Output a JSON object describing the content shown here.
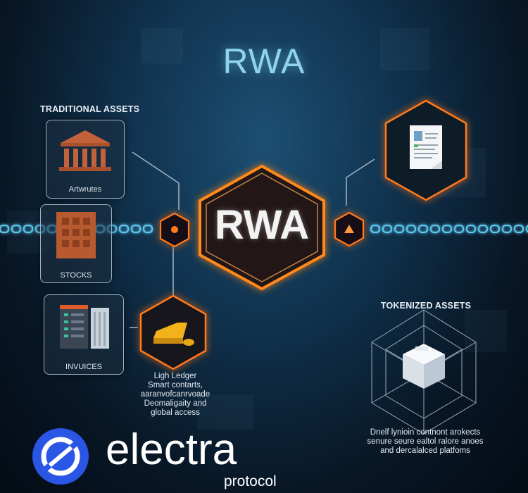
{
  "title": "RWA",
  "center_label": "RWA",
  "traditional": {
    "heading": "TRADITIONAL ASSETS",
    "items": [
      {
        "label": "Artwrutes",
        "icon": "bank-icon"
      },
      {
        "label": "STOCKS",
        "icon": "building-icon"
      },
      {
        "label": "INVUICES",
        "icon": "server-icon"
      }
    ]
  },
  "ledger_text": [
    "Ligh Ledger",
    "Smart contarts,",
    "aaranvofcanrvoade",
    "Deomaligaity and",
    "global access"
  ],
  "tokenized": {
    "heading": "TOKENIZED ASSETS",
    "text": [
      "Dnelf lynioin contnont arokects",
      "senure seure ealtol ralore anoes",
      "and dercalalced platfoms"
    ]
  },
  "brand": {
    "name": "electra",
    "sub": "protocol",
    "icon": "electra-logo-icon"
  },
  "colors": {
    "accent_orange": "#ff7a1f",
    "glow_blue": "#8fd3ec",
    "background": "#0b2236"
  }
}
